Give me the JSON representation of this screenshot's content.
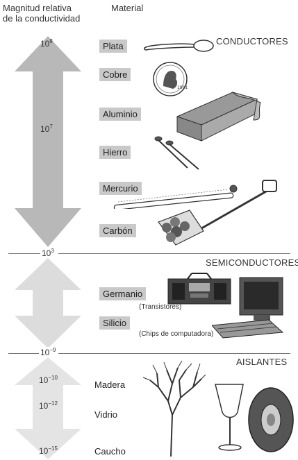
{
  "header": {
    "col1": "Magnitud relativa de la conductividad",
    "col1_line1": "Magnitud relativa",
    "col1_line2": "de la conductividad",
    "col2": "Material"
  },
  "sections": {
    "conductors": "CONDUCTORES",
    "semiconductors": "SEMICONDUCTORES",
    "insulators": "AISLANTES"
  },
  "ticks": {
    "t8": {
      "base": "10",
      "exp": "8"
    },
    "t7": {
      "base": "10",
      "exp": "7"
    },
    "t3": {
      "base": "10",
      "exp": "3"
    },
    "tm9": {
      "base": "10",
      "exp": "−9"
    },
    "tm10": {
      "base": "10",
      "exp": "−10"
    },
    "tm12": {
      "base": "10",
      "exp": "−12"
    },
    "tm15": {
      "base": "10",
      "exp": "−15"
    }
  },
  "materials": {
    "plata": "Plata",
    "cobre": "Cobre",
    "aluminio": "Aluminio",
    "hierro": "Hierro",
    "mercurio": "Mercurio",
    "carbon": "Carbón",
    "germanio": "Germanio",
    "silicio": "Silicio",
    "madera": "Madera",
    "vidrio": "Vidrio",
    "caucho": "Caucho"
  },
  "notes": {
    "transistores": "(Transistores)",
    "chips": "(Chips de computadora)"
  },
  "colors": {
    "arrow_conductors": "#b8b8b8",
    "arrow_semiconductors": "#dcdcdc",
    "arrow_insulators": "#e4e4e4",
    "label_box": "#c9c9c9"
  }
}
